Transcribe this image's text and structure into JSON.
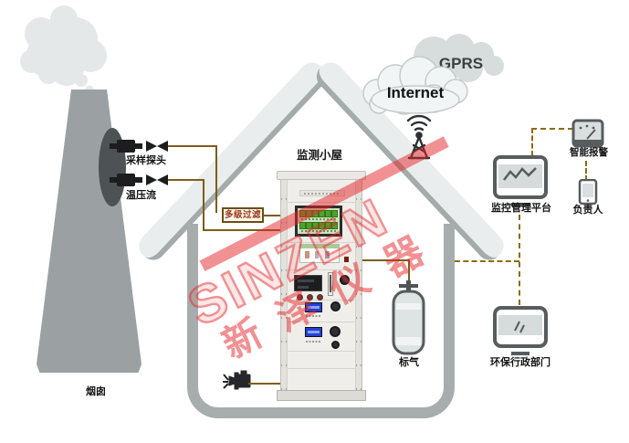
{
  "chimney": {
    "label": "烟囱",
    "probe_top_label": "采样探头",
    "probe_bottom_label": "温压流"
  },
  "filter": {
    "label": "多级过滤"
  },
  "house": {
    "label": "监测小屋"
  },
  "cylinder": {
    "label": "标气"
  },
  "clouds": {
    "gprs": "GPRS",
    "internet": "Internet"
  },
  "remote": {
    "platform_label": "监控管理平台",
    "alarm_label": "智能报警",
    "person_label": "负责人",
    "epa_label": "环保行政部门"
  },
  "watermark": {
    "brand": "SINZEN",
    "brand_cjk": "新泽仪器"
  },
  "colors": {
    "pipe": "#7d5e17",
    "dashed_line": "#8a6c10",
    "watermark_red": "#e62629",
    "structure_gray": "#a4abab",
    "stack_gray": "#9ba1a2",
    "icon_gray": "#575c5e",
    "lcd_blue": "#2340d4",
    "screen_green": "#4ba32b",
    "gprs_cloud": "#d7dcdc",
    "internet_cloud": "#f2f5f5"
  }
}
